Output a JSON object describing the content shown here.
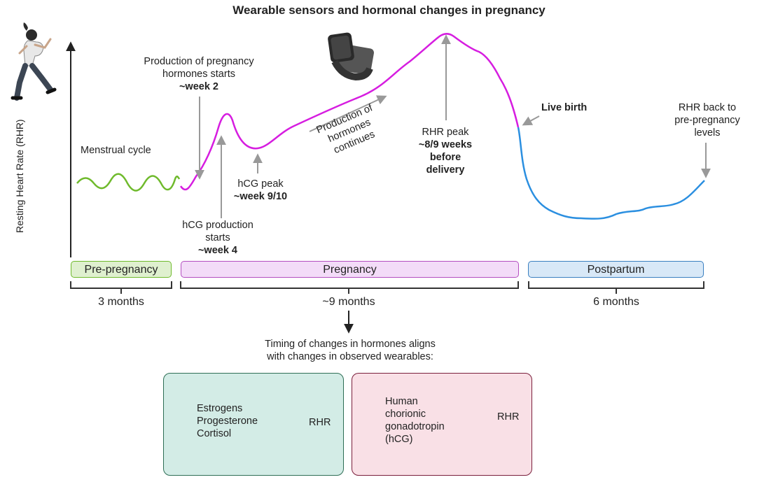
{
  "title": "Wearable sensors and hormonal changes in pregnancy",
  "y_axis_label": "Resting Heart Rate (RHR)",
  "annotations": {
    "menstrual": "Menstrual cycle",
    "prod_start_1": "Production of pregnancy",
    "prod_start_2": "hormones starts",
    "prod_start_week": "~week 2",
    "hcg_start_1": "hCG production",
    "hcg_start_2": "starts",
    "hcg_start_week": "~week 4",
    "hcg_peak": "hCG peak",
    "hcg_peak_week": "~week 9/10",
    "continues_1": "Production of",
    "continues_2": "hormones",
    "continues_3": "continues",
    "rhr_peak": "RHR peak",
    "rhr_peak_w1": "~8/9 weeks",
    "rhr_peak_w2": "before",
    "rhr_peak_w3": "delivery",
    "live_birth": "Live birth",
    "back_1": "RHR back to",
    "back_2": "pre-pregnancy",
    "back_3": "levels"
  },
  "phases": {
    "pre": "Pre-pregnancy",
    "preg": "Pregnancy",
    "post": "Postpartum"
  },
  "durations": {
    "pre": "3 months",
    "preg": "~9 months",
    "post": "6 months"
  },
  "conclusion_1": "Timing of changes in hormones aligns",
  "conclusion_2": "with changes in observed wearables:",
  "box_left": {
    "hormones": [
      "Estrogens",
      "Progesterone",
      "Cortisol"
    ],
    "effect": "RHR",
    "hormone_arrow": "up-arrow-icon",
    "effect_arrow": "up-arrow-icon",
    "fill": "#d3ece6",
    "border": "#2e6e55"
  },
  "box_right": {
    "hormones": [
      "Human",
      "chorionic",
      "gonadotropin",
      "(hCG)"
    ],
    "effect": "RHR",
    "hormone_arrow": "up-arrow-icon",
    "effect_arrow": "down-arrow-icon",
    "fill": "#f9e0e6",
    "border": "#7a1e3b"
  },
  "colors": {
    "pre_pregnancy": "#6fba2c",
    "pregnancy": "#d61de0",
    "postpartum": "#2b8fe0",
    "pre_fill": "#dff0cf",
    "preg_fill": "#f3dcf8",
    "post_fill": "#d8e8f7"
  },
  "icons": [
    "pregnant-runner-icon",
    "smartwatch-icon"
  ]
}
